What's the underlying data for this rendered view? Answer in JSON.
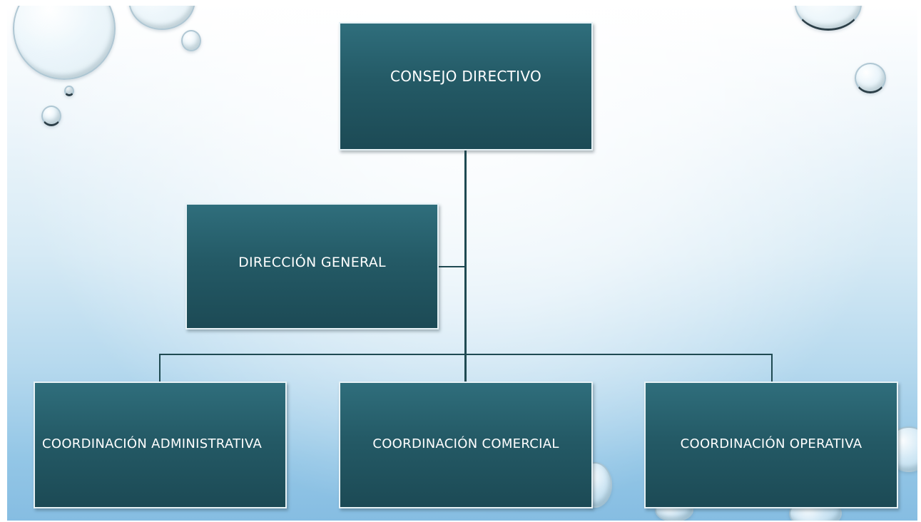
{
  "org_chart": {
    "top": {
      "label": "CONSEJO DIRECTIVO"
    },
    "assistant": {
      "label": "DIRECCIÓN GENERAL"
    },
    "children": [
      {
        "label": "COORDINACIÓN ADMINISTRATIVA"
      },
      {
        "label": "COORDINACIÓN COMERCIAL"
      },
      {
        "label": "COORDINACIÓN OPERATIVA"
      }
    ]
  },
  "theme": {
    "box_color": "#245a66",
    "line_color": "#1f4a52",
    "background": "light-blue water drops"
  }
}
